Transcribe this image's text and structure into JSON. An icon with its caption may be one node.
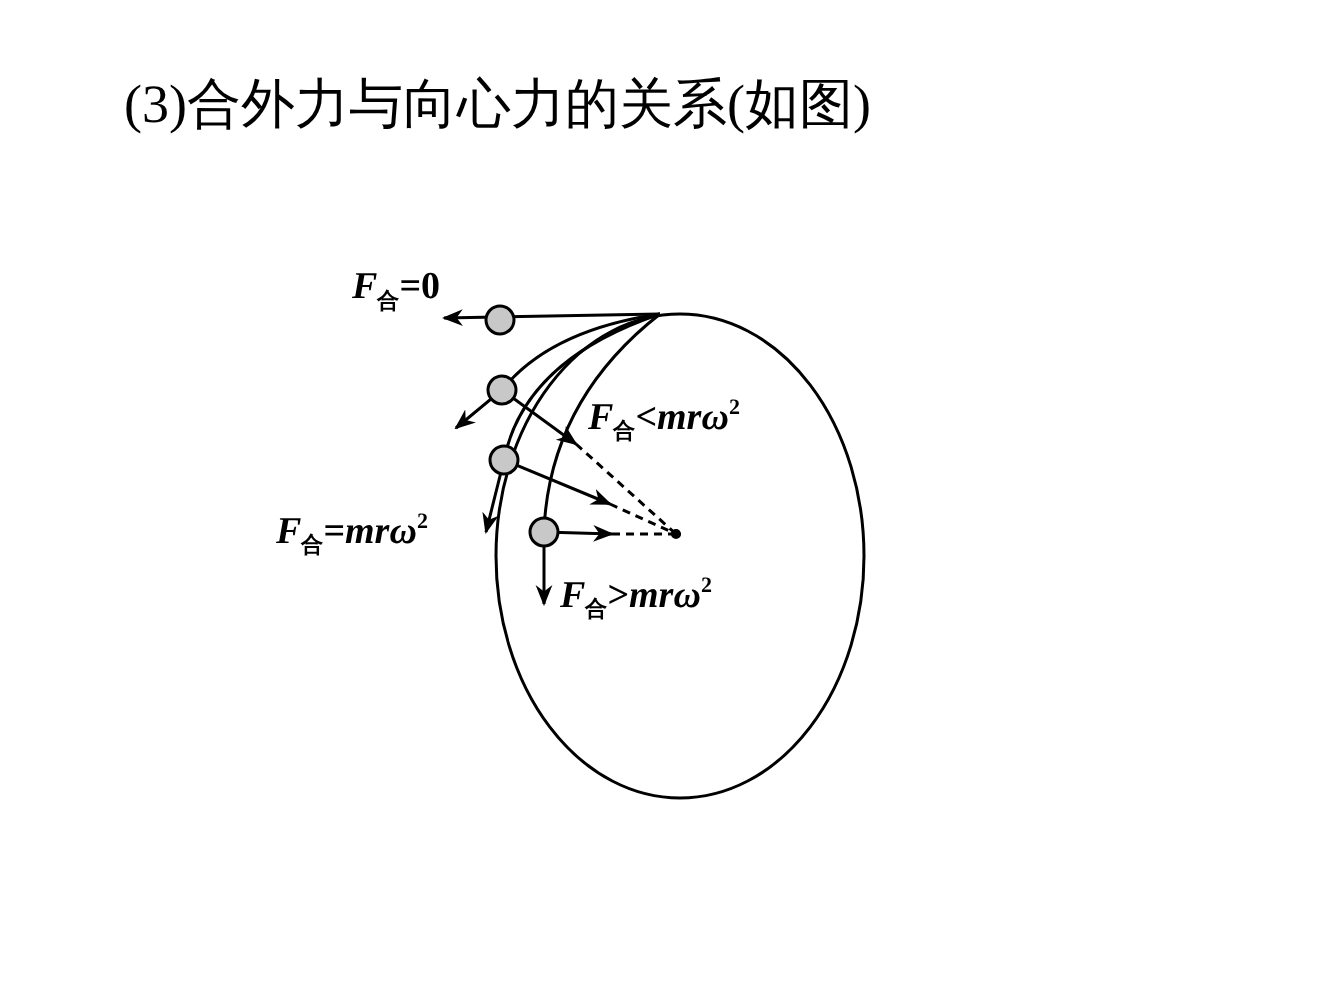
{
  "diagram": {
    "title": "(3)合外力与向心力的关系(如图)",
    "labels": [
      "*F*$_{合}$=0",
      "*F*$_{合}$<*mrω*$^{2}$",
      "*F*$_{合}$=*mrω*$^{2}$",
      "*F*$_{合}$>*mrω*$^{2}$"
    ]
  }
}
